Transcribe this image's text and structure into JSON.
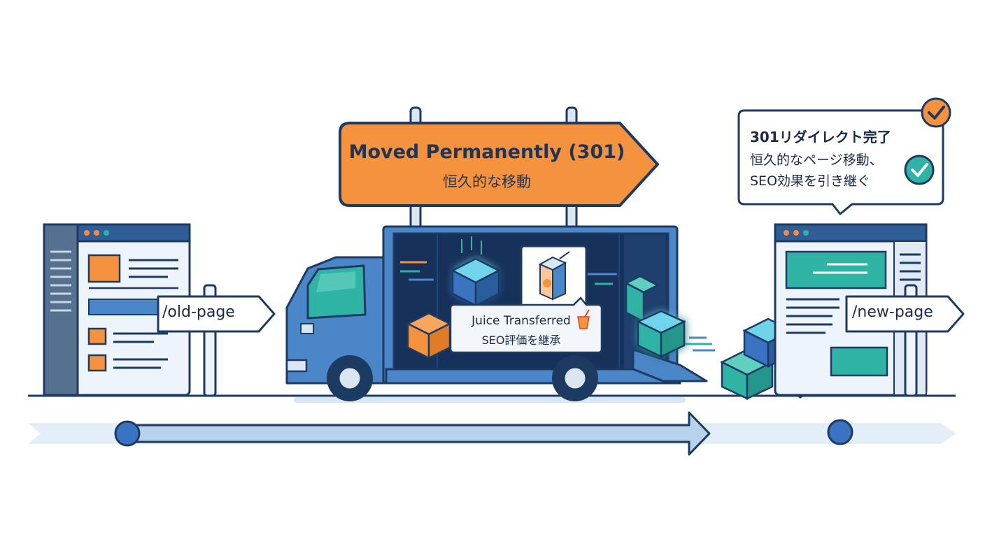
{
  "sign": {
    "title": "Moved Permanently (301)",
    "subtitle": "恒久的な移動"
  },
  "old_page": {
    "url_label": "/old-page"
  },
  "new_page": {
    "url_label": "/new-page"
  },
  "truck": {
    "badge_title": "Juice Transferred",
    "badge_subtitle": "SEO評価を継承"
  },
  "status_bubble": {
    "title": "301リダイレクト完了",
    "line1": "恒久的なページ移動、",
    "line2": "SEO効果を引き継ぐ"
  },
  "icons": [
    "check-circle-icon",
    "juice-box-icon",
    "juice-cup-icon",
    "cube-icon",
    "window-dots-icon"
  ],
  "colors": {
    "navy": "#1d3a63",
    "blue": "#4a86c8",
    "light_blue": "#cfe3f5",
    "orange": "#f5923e",
    "teal": "#2fb3a4",
    "dark_cargo": "#16315a"
  }
}
